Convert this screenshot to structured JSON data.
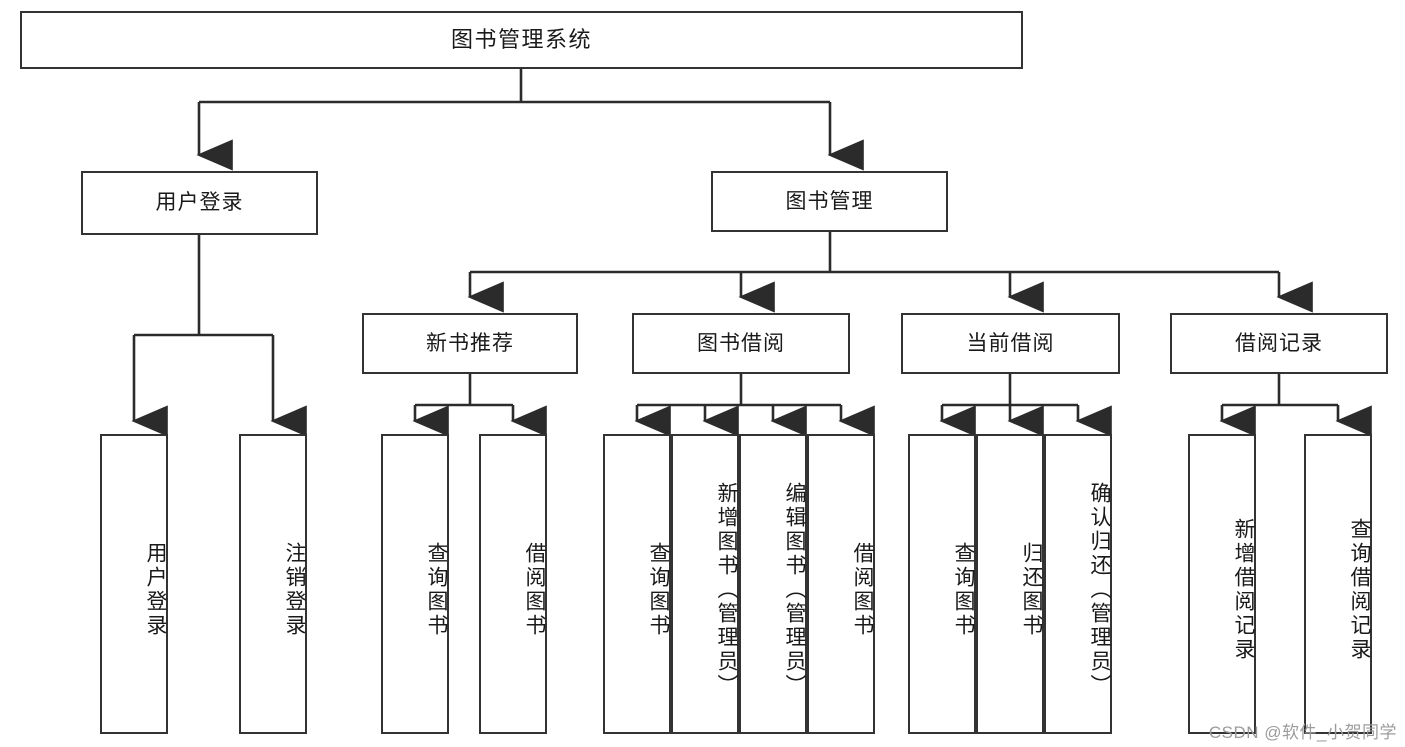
{
  "diagram": {
    "type": "tree-hierarchy",
    "title": "图书管理系统",
    "root": {
      "label": "图书管理系统"
    },
    "level2": [
      {
        "id": "user-login",
        "label": "用户登录"
      },
      {
        "id": "book-manage",
        "label": "图书管理"
      }
    ],
    "level3": [
      {
        "id": "new-book-recommend",
        "label": "新书推荐",
        "parent": "book-manage"
      },
      {
        "id": "book-borrow",
        "label": "图书借阅",
        "parent": "book-manage"
      },
      {
        "id": "current-borrow",
        "label": "当前借阅",
        "parent": "book-manage"
      },
      {
        "id": "borrow-record",
        "label": "借阅记录",
        "parent": "book-manage"
      }
    ],
    "leaves": [
      {
        "id": "leaf-user-login",
        "label": "用户登录",
        "parent": "user-login"
      },
      {
        "id": "leaf-logout-login",
        "label": "注销登录",
        "parent": "user-login"
      },
      {
        "id": "leaf-query-book-1",
        "label": "查询图书",
        "parent": "new-book-recommend"
      },
      {
        "id": "leaf-borrow-book-1",
        "label": "借阅图书",
        "parent": "new-book-recommend"
      },
      {
        "id": "leaf-query-book-2",
        "label": "查询图书",
        "parent": "book-borrow"
      },
      {
        "id": "leaf-add-book",
        "label": "新增图书（管理员）",
        "parent": "book-borrow"
      },
      {
        "id": "leaf-edit-book",
        "label": "编辑图书（管理员）",
        "parent": "book-borrow"
      },
      {
        "id": "leaf-borrow-book-2",
        "label": "借阅图书",
        "parent": "book-borrow"
      },
      {
        "id": "leaf-query-book-3",
        "label": "查询图书",
        "parent": "current-borrow"
      },
      {
        "id": "leaf-return-book",
        "label": "归还图书",
        "parent": "current-borrow"
      },
      {
        "id": "leaf-confirm-return",
        "label": "确认归还（管理员）",
        "parent": "current-borrow"
      },
      {
        "id": "leaf-add-record",
        "label": "新增借阅记录",
        "parent": "borrow-record"
      },
      {
        "id": "leaf-query-record",
        "label": "查询借阅记录",
        "parent": "borrow-record"
      }
    ],
    "colors": {
      "box_border": "#333333",
      "box_fill": "#ffffff",
      "connector": "#2b2b2b",
      "text": "#1a1a1a",
      "watermark": "#9c9c9c"
    }
  },
  "watermark": {
    "text": "CSDN @软件_小贺同学"
  }
}
